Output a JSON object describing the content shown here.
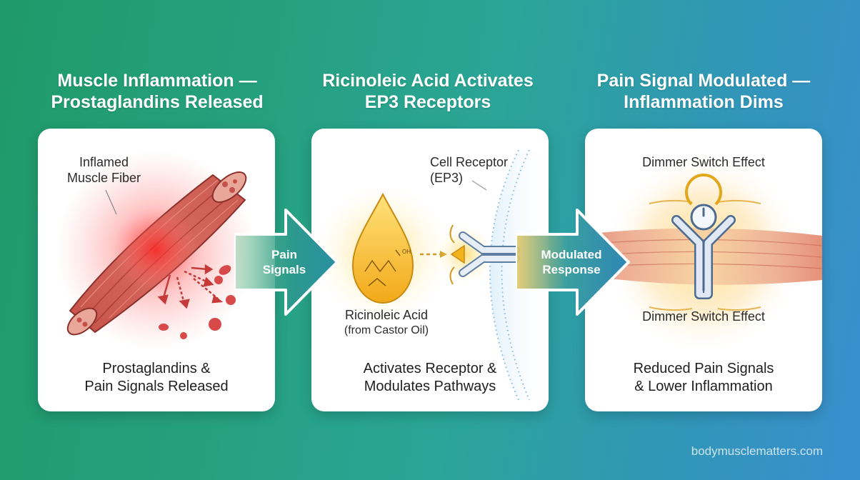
{
  "steps": [
    {
      "title_lines": [
        "Muscle Inflammation —",
        "Prostaglandins Released"
      ],
      "label_lines": [
        "Inflamed",
        "Muscle Fiber"
      ],
      "caption_lines": [
        "Prostaglandins &",
        "Pain Signals Released"
      ]
    },
    {
      "title_lines": [
        "Ricinoleic Acid Activates",
        "EP3 Receptors"
      ],
      "receptor_lines": [
        "Cell Receptor",
        "(EP3)"
      ],
      "acid_lines": [
        "Ricinoleic Acid",
        "(from Castor Oil)"
      ],
      "molecule_label": "OH",
      "caption_lines": [
        "Activates Receptor &",
        "Modulates Pathways"
      ]
    },
    {
      "title_lines": [
        "Pain Signal Modulated —",
        "Inflammation Dims"
      ],
      "top_label": "Dimmer Switch Effect",
      "bottom_label": "Dimmer Switch Effect",
      "caption_lines": [
        "Reduced Pain Signals",
        "& Lower Inflammation"
      ]
    }
  ],
  "arrows": [
    {
      "lines": [
        "Pain",
        "Signals"
      ]
    },
    {
      "lines": [
        "Modulated",
        "Response"
      ]
    }
  ],
  "watermark": "bodymusclematters.com",
  "colors": {
    "background_left": "#1f9a6a",
    "background_right": "#3a8fcf",
    "inflammation_red": "#ff2a2a",
    "acid_gold": "#f2b21a",
    "receptor_blue": "#6f8fb3"
  }
}
